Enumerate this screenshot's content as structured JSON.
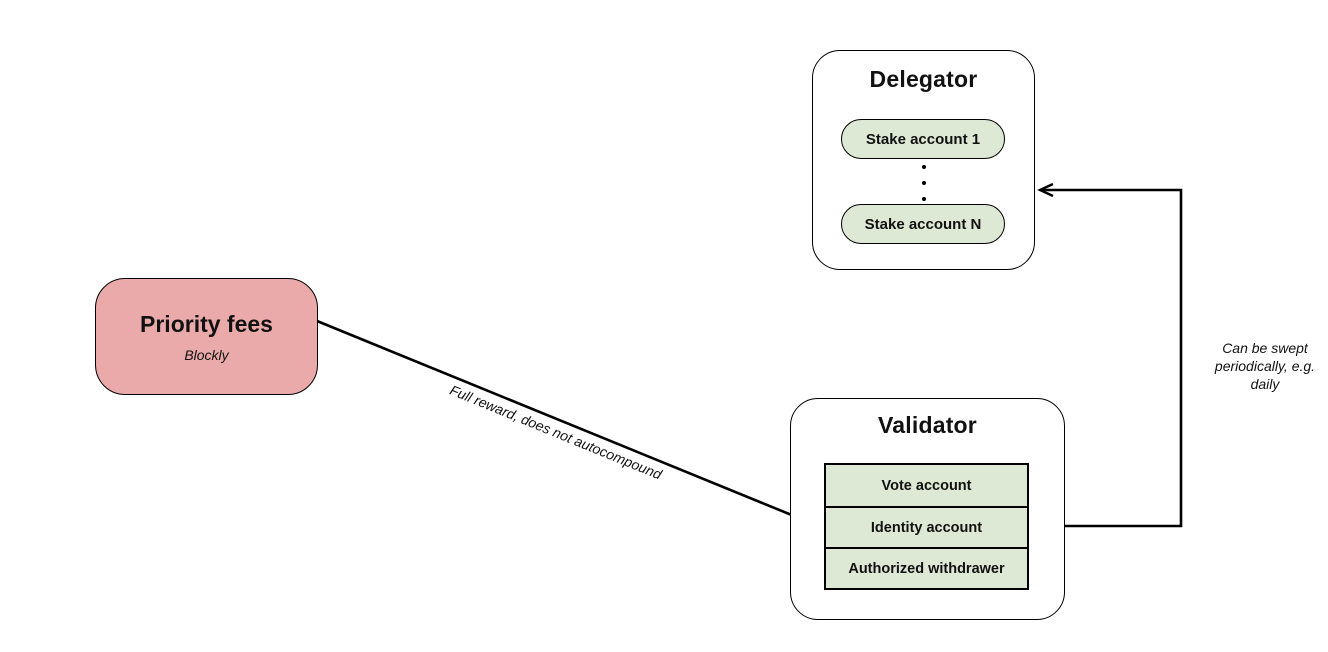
{
  "colors": {
    "pink": "#ebaaaa",
    "green": "#dde9d4",
    "stroke": "#000000",
    "bg": "#ffffff"
  },
  "priority_fees": {
    "title": "Priority fees",
    "subtitle": "Blockly"
  },
  "delegator": {
    "title": "Delegator",
    "stake_accounts": [
      "Stake account 1",
      "Stake account N"
    ]
  },
  "validator": {
    "title": "Validator",
    "accounts": [
      "Vote account",
      "Identity account",
      "Authorized withdrawer"
    ]
  },
  "annotations": {
    "reward_arrow_label": "Full reward, does not autocompound",
    "sweep_arrow_label": "Can be swept periodically, e.g. daily"
  }
}
